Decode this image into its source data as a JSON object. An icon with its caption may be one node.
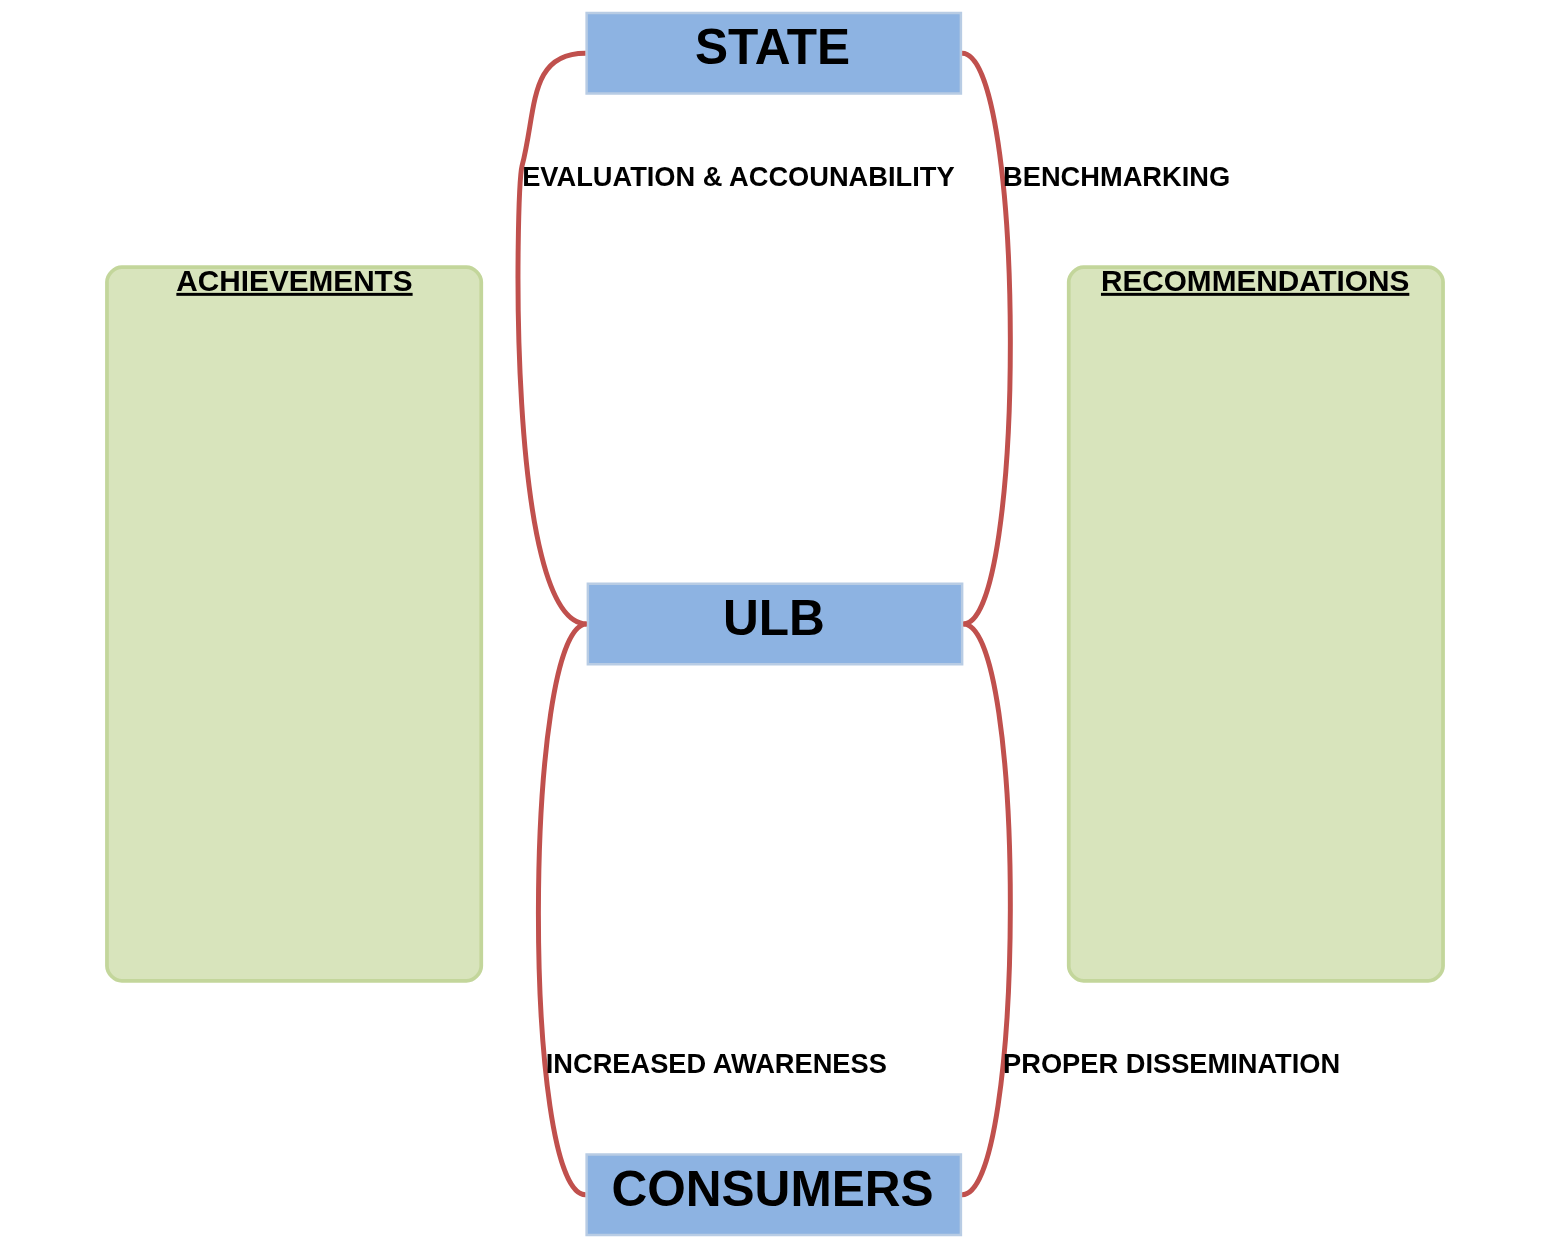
{
  "diagram": {
    "nodes": [
      {
        "text": [
          "ACHIEVEMENTS"
        ]
      },
      {
        "text": [
          "RECOMMENDATIONS"
        ]
      },
      {
        "text": [
          "STATE"
        ]
      },
      {
        "text": [
          "ULB"
        ]
      },
      {
        "text": [
          "CONSUMERS"
        ]
      }
    ],
    "edges": [
      {
        "from": 2,
        "to": 3,
        "arrow": "none",
        "label": "EVALUATION & ACCOUNABILITY"
      },
      {
        "from": 3,
        "to": 4,
        "arrow": "none",
        "label": "INCREASED AWARENESS"
      },
      {
        "from": 2,
        "to": 3,
        "arrow": "none",
        "label": "BENCHMARKING"
      },
      {
        "from": 3,
        "to": 4,
        "arrow": "none",
        "label": "PROPER DISSEMINATION"
      }
    ]
  }
}
